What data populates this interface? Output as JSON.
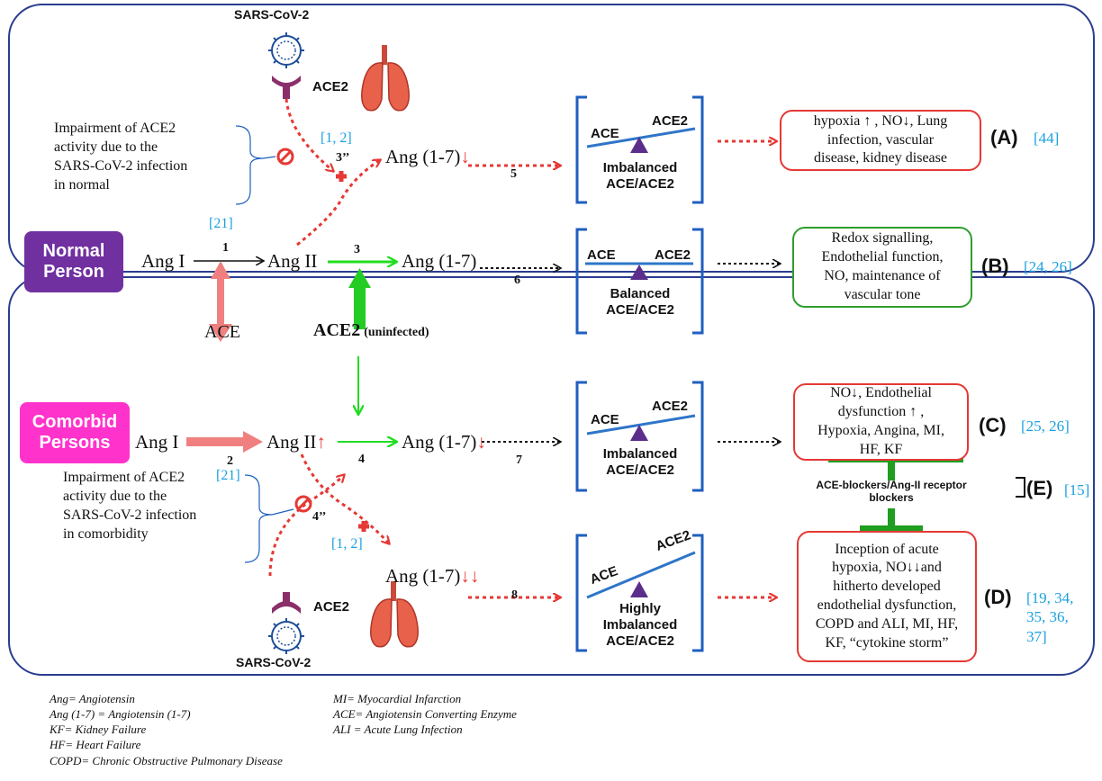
{
  "panels": {
    "normal_label": "Normal Person",
    "comorbid_label": "Comorbid Persons"
  },
  "virus_label": "SARS-CoV-2",
  "receptor_label": "ACE2",
  "normal": {
    "ang1": "Ang I",
    "ang2": "Ang II",
    "ang17": "Ang (1-7)",
    "ang17_low": "Ang (1-7)",
    "ace": "ACE",
    "ace2": "ACE2",
    "ace2_note": "(uninfected)",
    "impair_text": [
      "Impairment of ACE2",
      "activity due to the",
      "SARS-CoV-2 infection",
      "in normal"
    ],
    "cite_12": "[1, 2]",
    "cite_21": "[21]",
    "step_1": "1",
    "step_3": "3",
    "step_3pp": "3’’",
    "step_5": "5",
    "step_6": "6"
  },
  "comorbid": {
    "ang1": "Ang I",
    "ang2": "Ang II",
    "ang17": "Ang (1-7)",
    "ang17_lowlow": "Ang (1-7)",
    "impair_text": [
      "Impairment of ACE2",
      "activity due to the",
      "SARS-CoV-2 infection",
      "in comorbidity"
    ],
    "cite_12": "[1, 2]",
    "cite_21": "[21]",
    "step_2": "2",
    "step_4": "4",
    "step_4pp": "4’’",
    "step_7": "7",
    "step_8": "8"
  },
  "balances": [
    {
      "left": "ACE",
      "right": "ACE2",
      "caption": [
        "Imbalanced",
        "ACE/ACE2"
      ]
    },
    {
      "left": "ACE",
      "right": "ACE2",
      "caption": [
        "Balanced",
        "ACE/ACE2"
      ]
    },
    {
      "left": "ACE",
      "right": "ACE2",
      "caption": [
        "Imbalanced",
        "ACE/ACE2"
      ]
    },
    {
      "left": "ACE",
      "right": "ACE2",
      "caption": [
        "Highly",
        "Imbalanced",
        "ACE/ACE2"
      ]
    }
  ],
  "outcomes": {
    "A": {
      "letter": "(A)",
      "cite": "[44]",
      "lines": [
        "hypoxia ↑ , NO↓, Lung",
        "infection, vascular",
        "disease, kidney disease"
      ]
    },
    "B": {
      "letter": "(B)",
      "cite": "[24, 26]",
      "lines": [
        "Redox signalling,",
        "Endothelial function,",
        "NO, maintenance of",
        "vascular tone"
      ]
    },
    "C": {
      "letter": "(C)",
      "cite": "[25, 26]",
      "lines": [
        "NO↓, Endothelial",
        "dysfunction ↑ ,",
        "Hypoxia, Angina, MI,",
        "HF, KF"
      ]
    },
    "D": {
      "letter": "(D)",
      "cite": [
        "[19, 34,",
        "35, 36,",
        "37]"
      ],
      "lines": [
        "Inception of acute",
        "hypoxia, NO↓↓and",
        "hitherto developed",
        "endothelial dysfunction,",
        "COPD and ALI, MI, HF,",
        "KF, “cytokine storm”"
      ]
    },
    "E": {
      "letter": "(E)",
      "cite": "[15]",
      "lines": [
        "ACE-blockers/Ang-II receptor",
        "blockers"
      ]
    }
  },
  "legend": {
    "left": [
      "Ang= Angiotensin",
      "Ang (1-7) = Angiotensin (1-7)",
      "KF= Kidney Failure",
      "HF= Heart Failure",
      "COPD= Chronic Obstructive Pulmonary Disease"
    ],
    "right": [
      "MI= Myocardial Infarction",
      "ACE= Angiotensin Converting Enzyme",
      "ALI = Acute Lung Infection"
    ]
  },
  "colors": {
    "panel_border": "#2a3d8f",
    "normal_fill": "#7030a0",
    "comorbid_fill": "#ff33cc",
    "red_dotted": "#e53935",
    "green": "#22dd22",
    "salmon": "#f08080",
    "bracket_blue": "#1f5fbf",
    "box_red": "#e53935",
    "box_green": "#2e9e2e",
    "cite_blue": "#1aa0e0"
  }
}
